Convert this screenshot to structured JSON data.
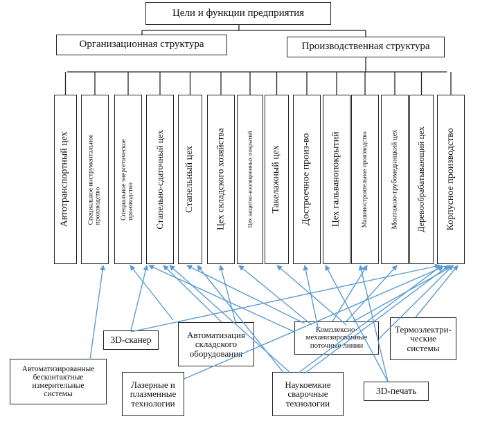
{
  "top_title": "Цели и функции предприятия",
  "org_structure": "Организационная структура",
  "prod_structure": "Производственная структура",
  "departments": [
    {
      "label": "Автотранспортный цех",
      "size": 14
    },
    {
      "label": "Специальное инструментальное\nпроизводство",
      "size": 9.5
    },
    {
      "label": "Специальное энергетическое\nпроизводство",
      "size": 9.5
    },
    {
      "label": "Стапельно-сдаточный цех",
      "size": 13
    },
    {
      "label": "Стапельный цех",
      "size": 14
    },
    {
      "label": "Цех складского хозяйства",
      "size": 13.5
    },
    {
      "label": "Цех защитно-изоляционных покрытий",
      "size": 8.5
    },
    {
      "label": "Такелажный цех",
      "size": 14
    },
    {
      "label": "Достроечное произ-во",
      "size": 14
    },
    {
      "label": "Цех гальванопокрытий",
      "size": 14
    },
    {
      "label": "Машиностроительное производство",
      "size": 9
    },
    {
      "label": "Монтажно-трубомедницкий цех",
      "size": 10.5
    },
    {
      "label": "Деревообрабатывающий цех",
      "size": 12.5
    },
    {
      "label": "Корпусное производство",
      "size": 14
    }
  ],
  "technologies": {
    "scanner_3d": "3D-сканер",
    "warehouse_automation": "Автоматизация\nскладского\nоборудования",
    "complex_lines": "Комплексно-\nмеханизированные\nпоточные линии",
    "thermoelectric": "Термоэлектри-\nческие\nсистемы",
    "contactless": "Автоматизированные\nбесконтактные\nизмерительные\nсистемы",
    "laser_plasma": "Лазерные и\nплазменные\nтехнологии",
    "welding": "Наукоемкие\nсварочные\nтехнологии",
    "printing_3d": "3D-печать"
  },
  "arrow_color": "#5b9bd5"
}
